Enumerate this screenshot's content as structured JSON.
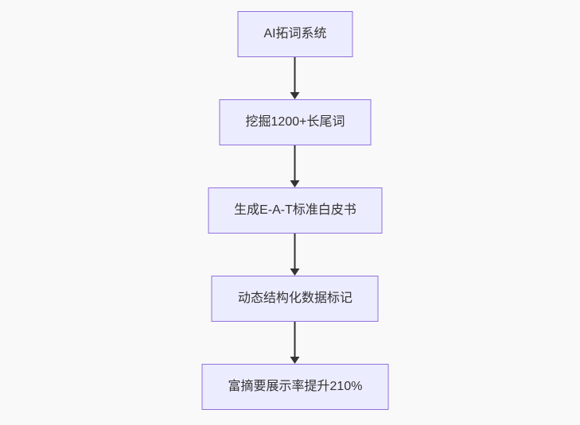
{
  "diagram": {
    "type": "flowchart",
    "direction": "top-down",
    "nodes": [
      {
        "id": "A",
        "label": "AI拓词系统"
      },
      {
        "id": "B",
        "label": "挖掘1200+长尾词"
      },
      {
        "id": "C",
        "label": "生成E-A-T标准白皮书"
      },
      {
        "id": "D",
        "label": "动态结构化数据标记"
      },
      {
        "id": "E",
        "label": "富摘要展示率提升210%"
      }
    ],
    "edges": [
      {
        "from": "A",
        "to": "B"
      },
      {
        "from": "B",
        "to": "C"
      },
      {
        "from": "C",
        "to": "D"
      },
      {
        "from": "D",
        "to": "E"
      }
    ],
    "colors": {
      "node_fill": "#ECECFF",
      "node_border": "#9370DB",
      "text": "#333333",
      "arrow": "#333333",
      "background": "#F9F9F9"
    }
  }
}
